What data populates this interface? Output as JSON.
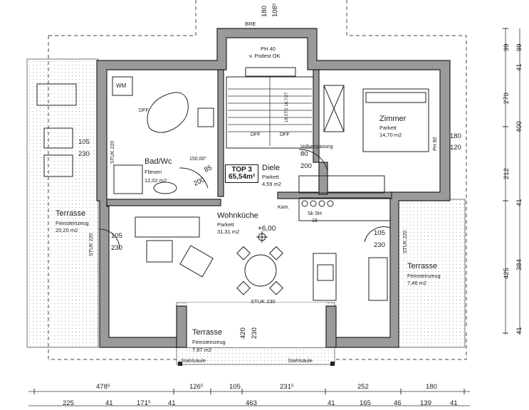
{
  "rooms": {
    "zimmer": {
      "name": "Zimmer",
      "floor": "Parkett",
      "area": "14,70 m2"
    },
    "badwc": {
      "name": "Bad/Wc",
      "floor": "Fliesen",
      "area": "12,02 m2"
    },
    "diele": {
      "name": "Diele",
      "floor": "Parkett",
      "area": "4,59 m2"
    },
    "wohnkueche": {
      "name": "Wohnküche",
      "floor": "Parkett",
      "area": "31,31 m2"
    },
    "terrasse_left": {
      "name": "Terrasse",
      "floor": "Feinsteinzeug",
      "area": "20,20 m2"
    },
    "terrasse_right": {
      "name": "Terrasse",
      "floor": "Feinsteinzeug",
      "area": "7,46 m2"
    },
    "terrasse_bottom": {
      "name": "Terrasse",
      "floor": "Feinsteinzeug",
      "area": "7,87 m2"
    }
  },
  "unit": {
    "title": "TOP 3",
    "area": "65,54m²"
  },
  "labels": {
    "wm": "WM",
    "dff1": "DFF",
    "dff2": "DFF",
    "dff3": "DFF",
    "ph40": "PH 40",
    "podest": "v. Podest OK",
    "bre": "BRE",
    "kam": "Kam.",
    "sksh": "Sk SH",
    "sksh_n": "18",
    "vollverglasung": "Vollverglasung",
    "ph90": "PH 90",
    "level": "+6,00",
    "stuk230_bottom": "STUK 230",
    "stuk220": "STUK 220",
    "stuk220_left": "STUK 220",
    "stuk220_right": "STUK 220",
    "stahlsaeule_l": "Stahlsäule",
    "stahlsaeule_r": "Stahlsäule",
    "angle": "150,00°",
    "stair": "18 STG 16,7/27"
  },
  "dims_inner": {
    "d105a": "105",
    "d230a": "230",
    "d105b": "105",
    "d230b": "230",
    "d105c": "105",
    "d230c": "230",
    "d180": "180",
    "d120": "120",
    "d80": "80",
    "d200a": "200",
    "d85": "85",
    "d200b": "200",
    "d420": "420",
    "d230v": "230"
  },
  "dims_top": {
    "d180": "180",
    "d108": "108⁵"
  },
  "dims_right": {
    "d99a": "99",
    "d99b": "99",
    "d41a": "41",
    "d270": "270",
    "d400": "400",
    "d212": "212",
    "d41b": "41",
    "d425": "425",
    "d384": "384",
    "d41c": "41"
  },
  "dims_bottom_row1": {
    "d478": "478⁵",
    "d126": "126⁵",
    "d105": "105",
    "d231": "231⁵",
    "d252": "252",
    "d180": "180"
  },
  "dims_bottom_row2": {
    "d225": "225",
    "d41a": "41",
    "d171": "171⁵",
    "d41b": "41",
    "d463": "463",
    "d41c": "41",
    "d165": "165",
    "d46": "46",
    "d139": "139",
    "d41d": "41"
  }
}
